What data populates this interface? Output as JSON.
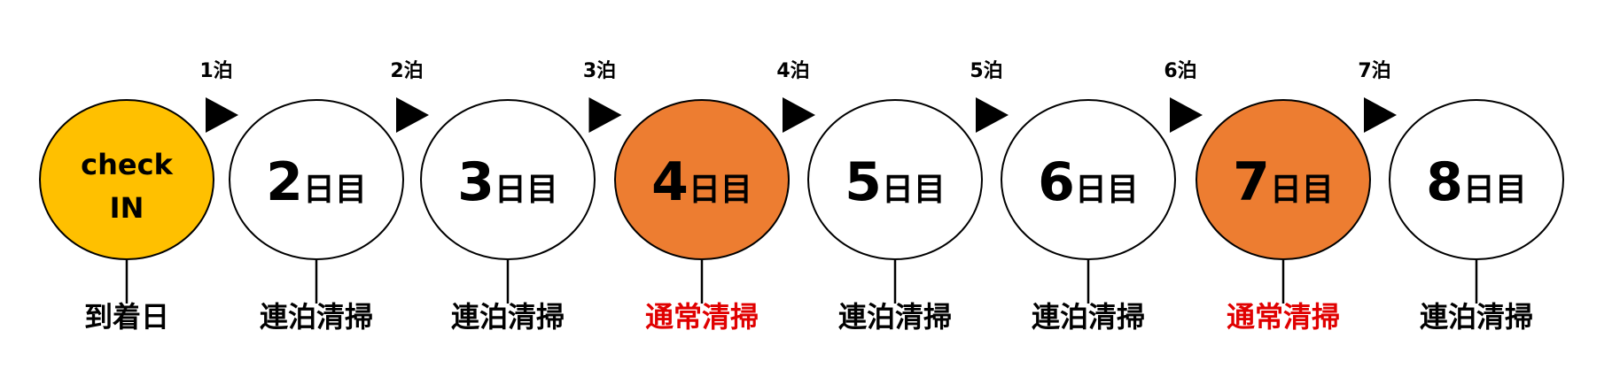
{
  "colors": {
    "checkin_fill": "#FFC000",
    "highlight_fill": "#ED7D31",
    "normal_fill": "#FFFFFF",
    "stroke": "#000000",
    "label_normal": "#000000",
    "label_highlight": "#E00000"
  },
  "day_suffix": "日目",
  "days": [
    {
      "line1": "check",
      "line2": "IN",
      "type": "checkin",
      "label": "到着日"
    },
    {
      "num": "2",
      "type": "normal",
      "label": "連泊清掃"
    },
    {
      "num": "3",
      "type": "normal",
      "label": "連泊清掃"
    },
    {
      "num": "4",
      "type": "highlight",
      "label": "通常清掃"
    },
    {
      "num": "5",
      "type": "normal",
      "label": "連泊清掃"
    },
    {
      "num": "6",
      "type": "normal",
      "label": "連泊清掃"
    },
    {
      "num": "7",
      "type": "highlight",
      "label": "通常清掃"
    },
    {
      "num": "8",
      "type": "normal",
      "label": "連泊清掃"
    }
  ],
  "nights": [
    "1泊",
    "2泊",
    "3泊",
    "4泊",
    "5泊",
    "6泊",
    "7泊"
  ]
}
